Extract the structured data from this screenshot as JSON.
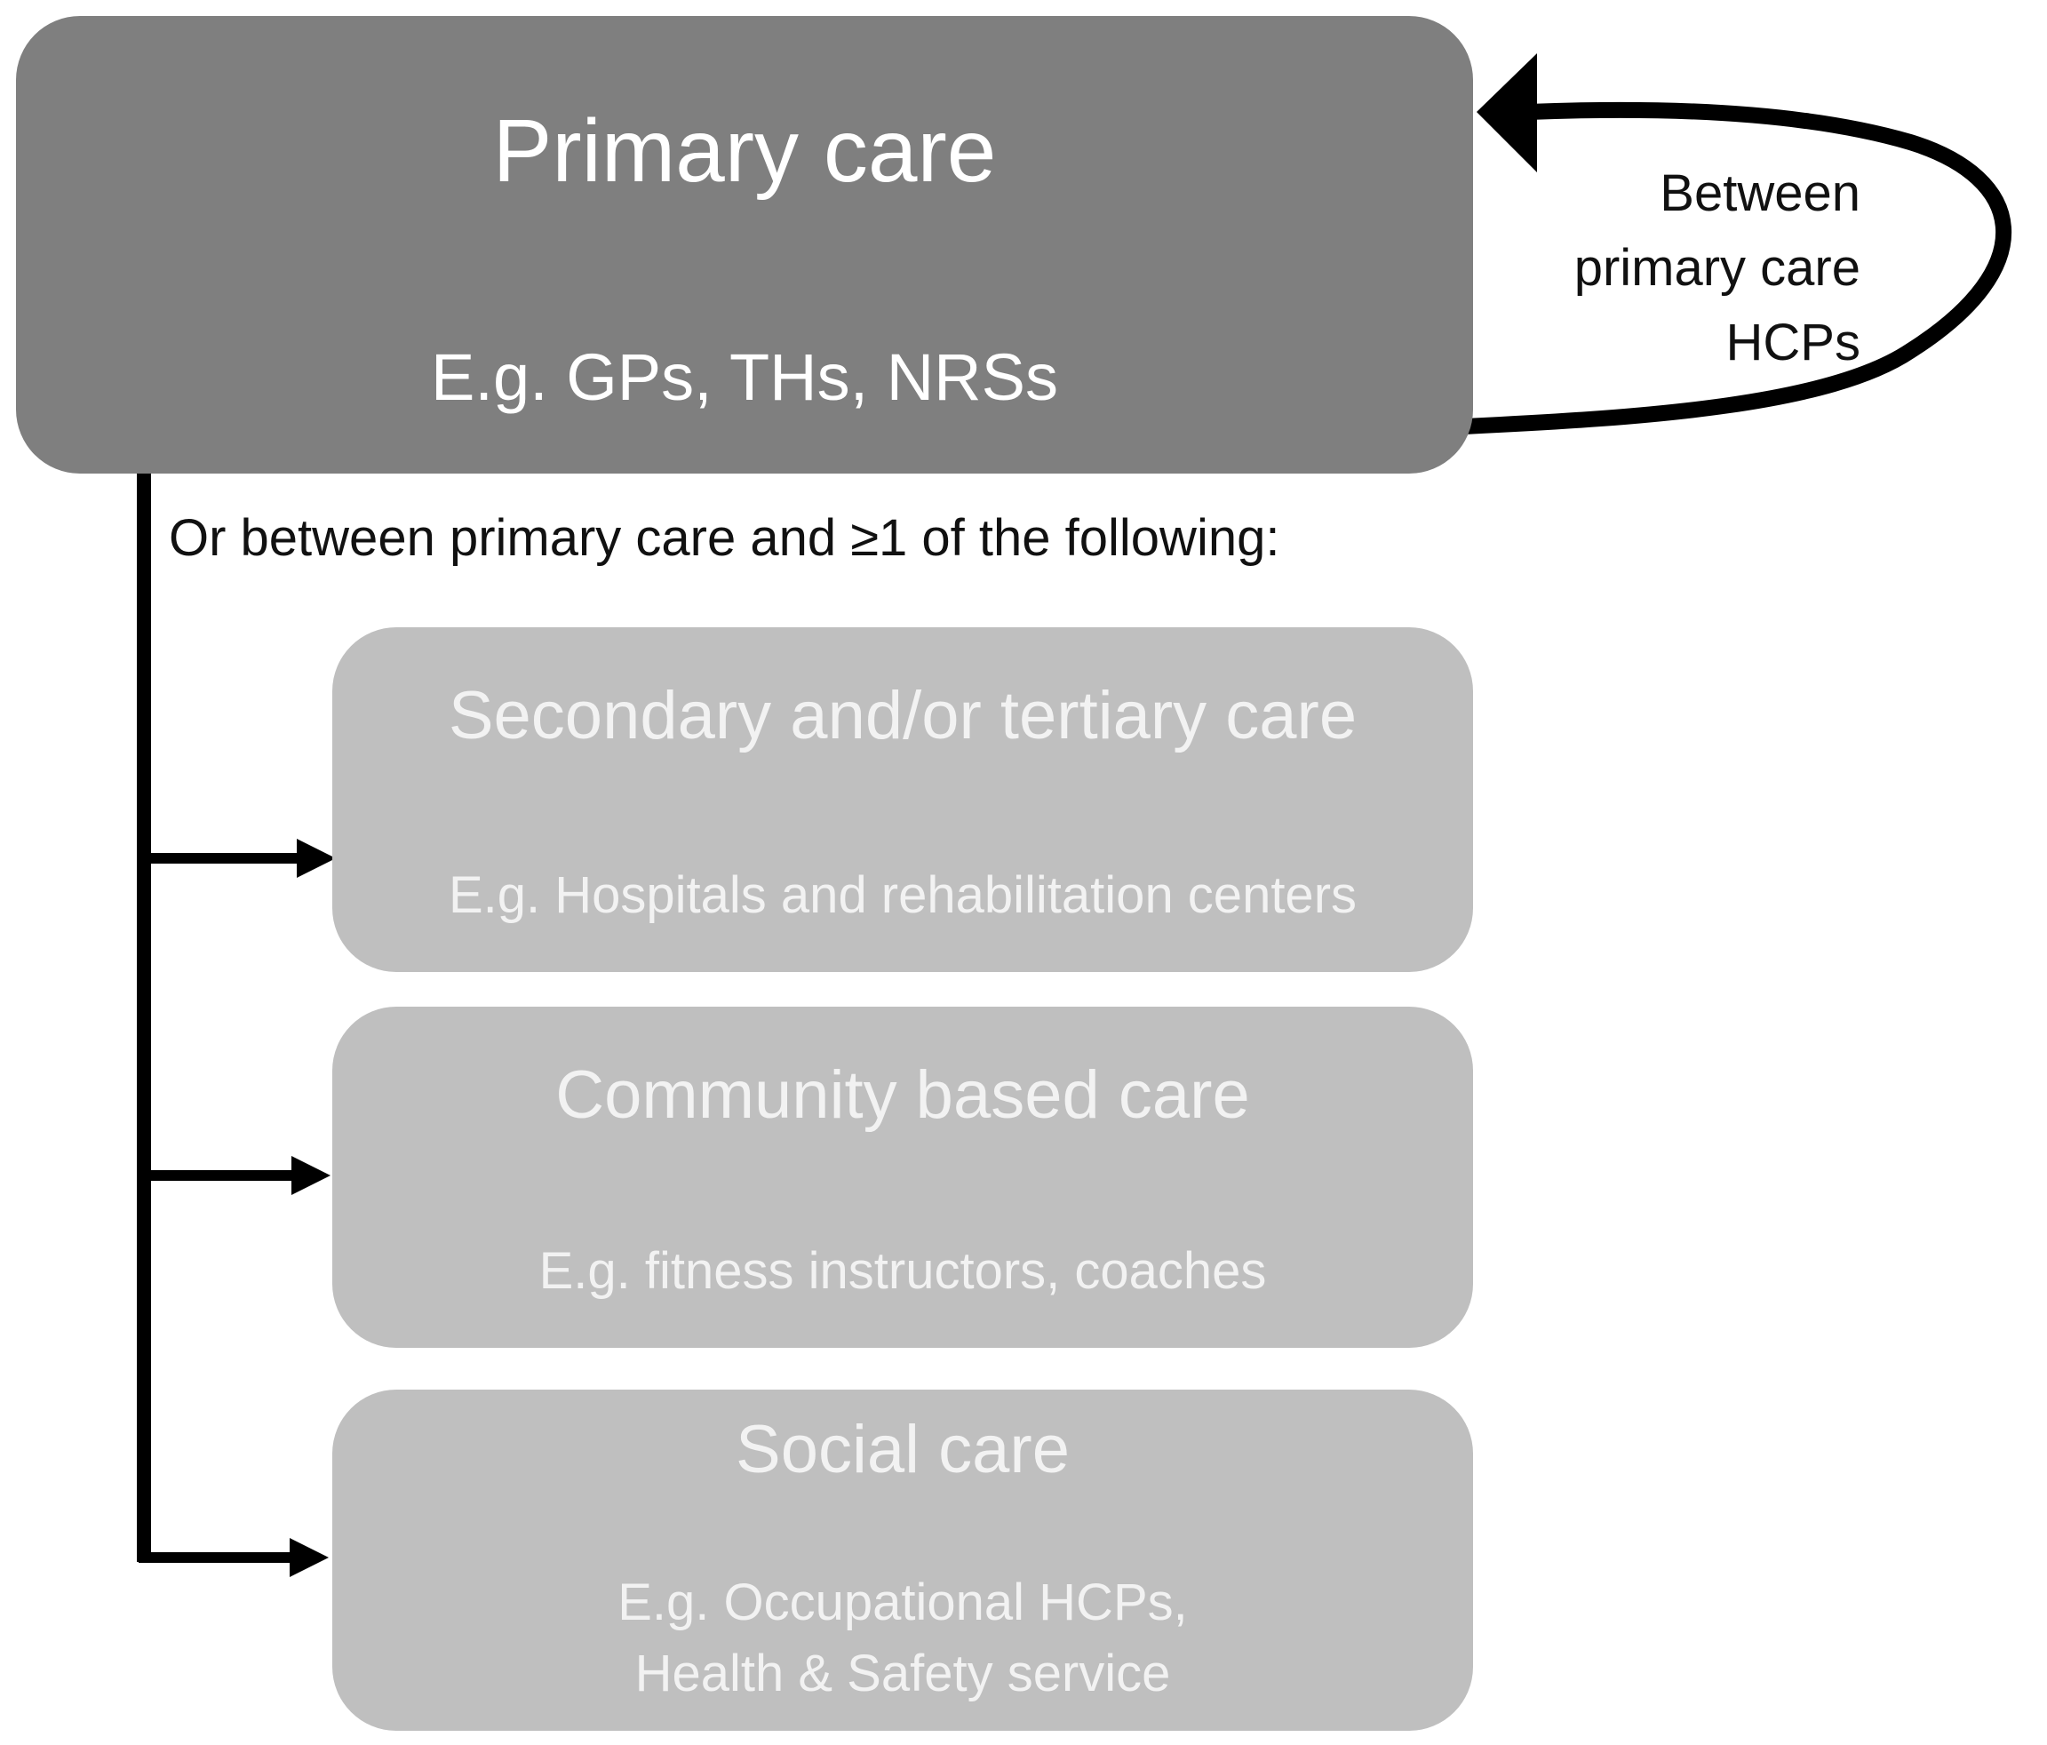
{
  "primary": {
    "title": "Primary care",
    "example": "E.g. GPs, THs, NRSs"
  },
  "loop_label": [
    "Between",
    "primary care",
    "HCPs"
  ],
  "branch_intro": "Or between primary care and ≥1 of the following:",
  "targets": [
    {
      "title": "Secondary and/or tertiary care",
      "example": "E.g. Hospitals and rehabilitation centers"
    },
    {
      "title": "Community based care",
      "example": "E.g. fitness instructors, coaches"
    },
    {
      "title": "Social care",
      "example_lines": [
        "E.g. Occupational HCPs,",
        "Health & Safety service"
      ]
    }
  ],
  "colors": {
    "primary_fill": "#7f7f7f",
    "secondary_fill": "#bfbfbf",
    "connector": "#000000"
  }
}
